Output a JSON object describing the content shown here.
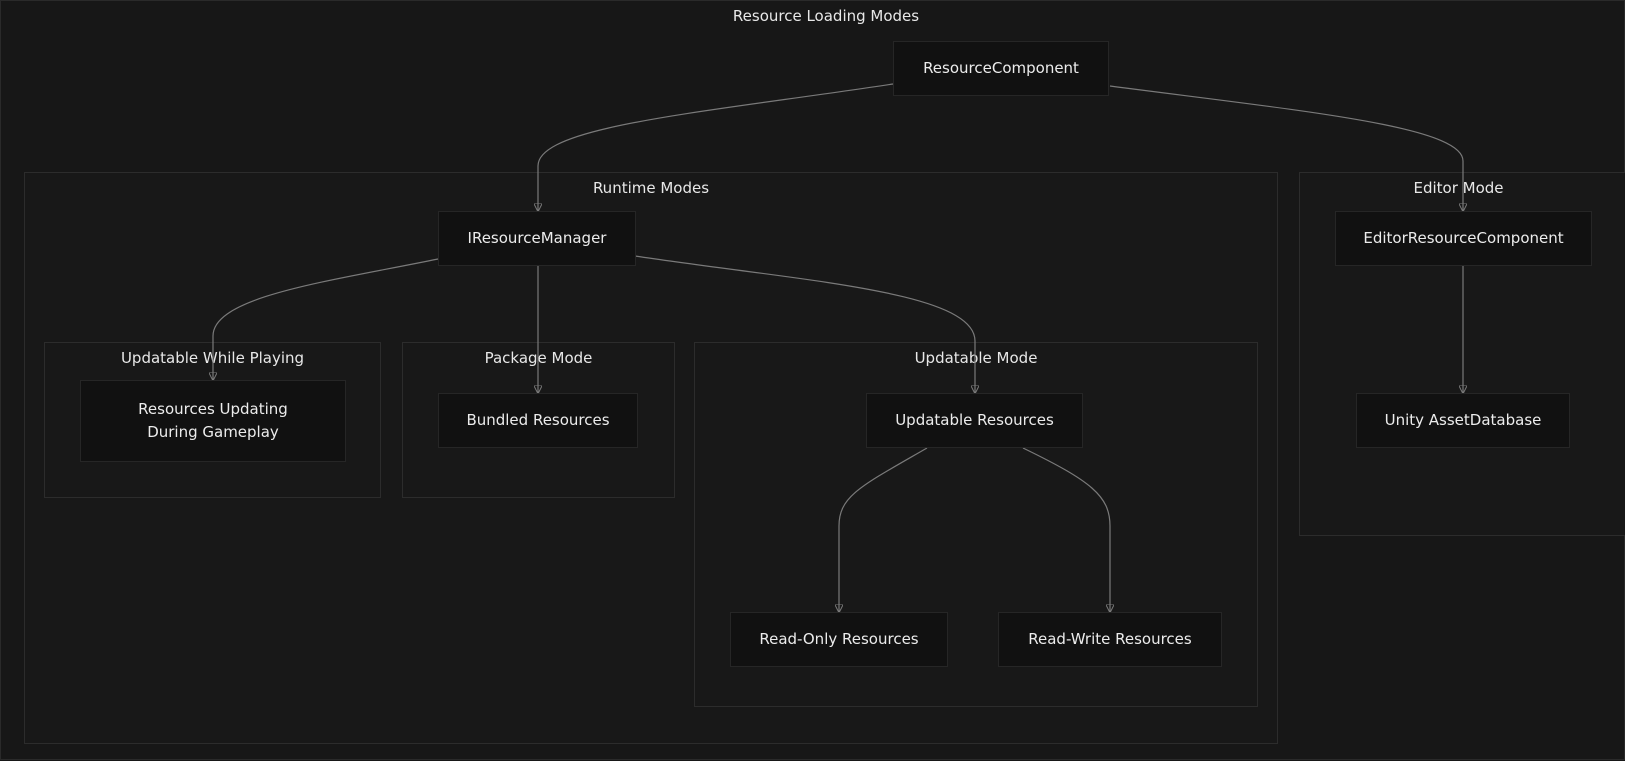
{
  "diagram": {
    "title": "Resource Loading Modes",
    "clusters": {
      "runtime": "Runtime Modes",
      "editor": "Editor Mode",
      "updatable_while_playing": "Updatable While Playing",
      "package": "Package Mode",
      "updatable": "Updatable Mode"
    },
    "nodes": {
      "resource_component": "ResourceComponent",
      "iresource_manager": "IResourceManager",
      "editor_resource_component": "EditorResourceComponent",
      "resources_updating": "Resources Updating\nDuring Gameplay",
      "bundled_resources": "Bundled Resources",
      "updatable_resources": "Updatable Resources",
      "unity_asset_database": "Unity AssetDatabase",
      "read_only_resources": "Read-Only Resources",
      "read_write_resources": "Read-Write Resources"
    },
    "edges": [
      {
        "from": "ResourceComponent",
        "to": "IResourceManager"
      },
      {
        "from": "ResourceComponent",
        "to": "EditorResourceComponent"
      },
      {
        "from": "IResourceManager",
        "to": "Resources Updating During Gameplay"
      },
      {
        "from": "IResourceManager",
        "to": "Bundled Resources"
      },
      {
        "from": "IResourceManager",
        "to": "Updatable Resources"
      },
      {
        "from": "EditorResourceComponent",
        "to": "Unity AssetDatabase"
      },
      {
        "from": "Updatable Resources",
        "to": "Read-Only Resources"
      },
      {
        "from": "Updatable Resources",
        "to": "Read-Write Resources"
      }
    ]
  }
}
